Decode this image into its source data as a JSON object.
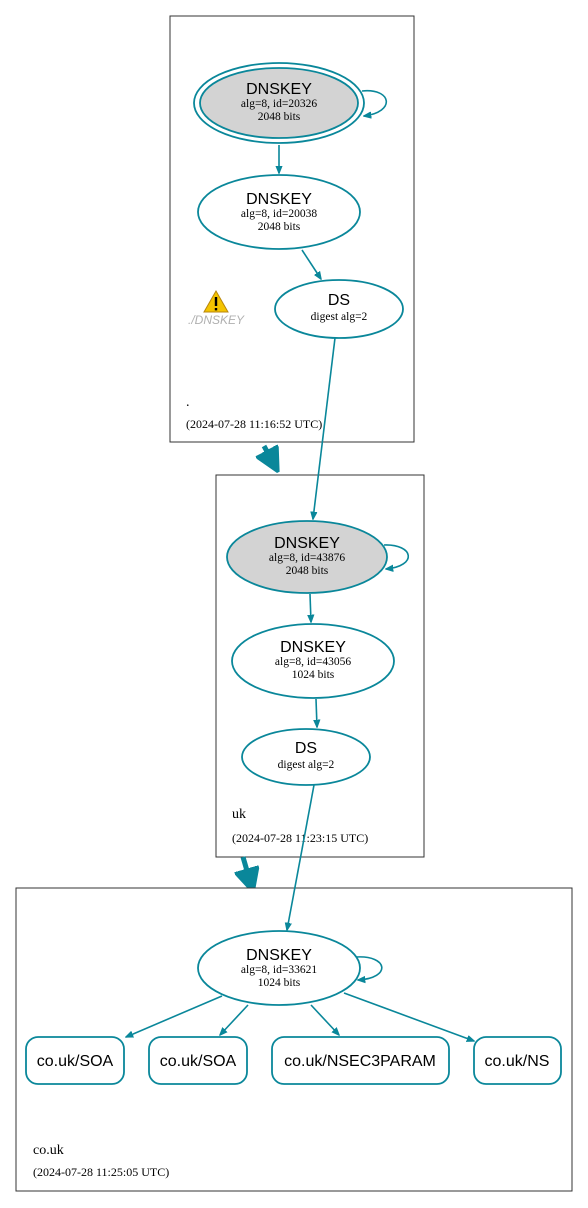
{
  "colors": {
    "edge": "#0a879a",
    "sep_fill": "#d3d3d3",
    "warning": "#f4c400"
  },
  "zones": {
    "root": {
      "label": ".",
      "timestamp": "(2024-07-28 11:16:52 UTC)",
      "warning_icon": "warning-triangle-icon",
      "warning_text": "./DNSKEY",
      "ksk": {
        "title": "DNSKEY",
        "line1": "alg=8, id=20326",
        "line2": "2048 bits"
      },
      "zsk": {
        "title": "DNSKEY",
        "line1": "alg=8, id=20038",
        "line2": "2048 bits"
      },
      "ds": {
        "title": "DS",
        "line1": "digest alg=2"
      }
    },
    "uk": {
      "label": "uk",
      "timestamp": "(2024-07-28 11:23:15 UTC)",
      "ksk": {
        "title": "DNSKEY",
        "line1": "alg=8, id=43876",
        "line2": "2048 bits"
      },
      "zsk": {
        "title": "DNSKEY",
        "line1": "alg=8, id=43056",
        "line2": "1024 bits"
      },
      "ds": {
        "title": "DS",
        "line1": "digest alg=2"
      }
    },
    "couk": {
      "label": "co.uk",
      "timestamp": "(2024-07-28 11:25:05 UTC)",
      "key": {
        "title": "DNSKEY",
        "line1": "alg=8, id=33621",
        "line2": "1024 bits"
      },
      "records": [
        "co.uk/SOA",
        "co.uk/SOA",
        "co.uk/NSEC3PARAM",
        "co.uk/NS"
      ]
    }
  }
}
